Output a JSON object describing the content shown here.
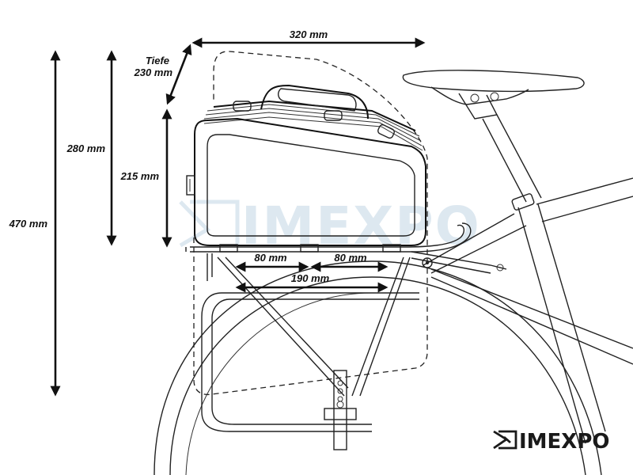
{
  "dimensions": {
    "width": "320 mm",
    "depth_label": "Tiefe",
    "depth": "230 mm",
    "height_outer": "280 mm",
    "height_bag": "215 mm",
    "height_total": "470 mm",
    "spacing_left": "80 mm",
    "spacing_right": "80 mm",
    "spacing_total": "190 mm"
  },
  "watermark": "IMEXPO",
  "logo": {
    "text": "IMEXPO",
    "color": "#1a1a1a"
  },
  "colors": {
    "line": "#222222",
    "watermark": "#dde8f0"
  }
}
